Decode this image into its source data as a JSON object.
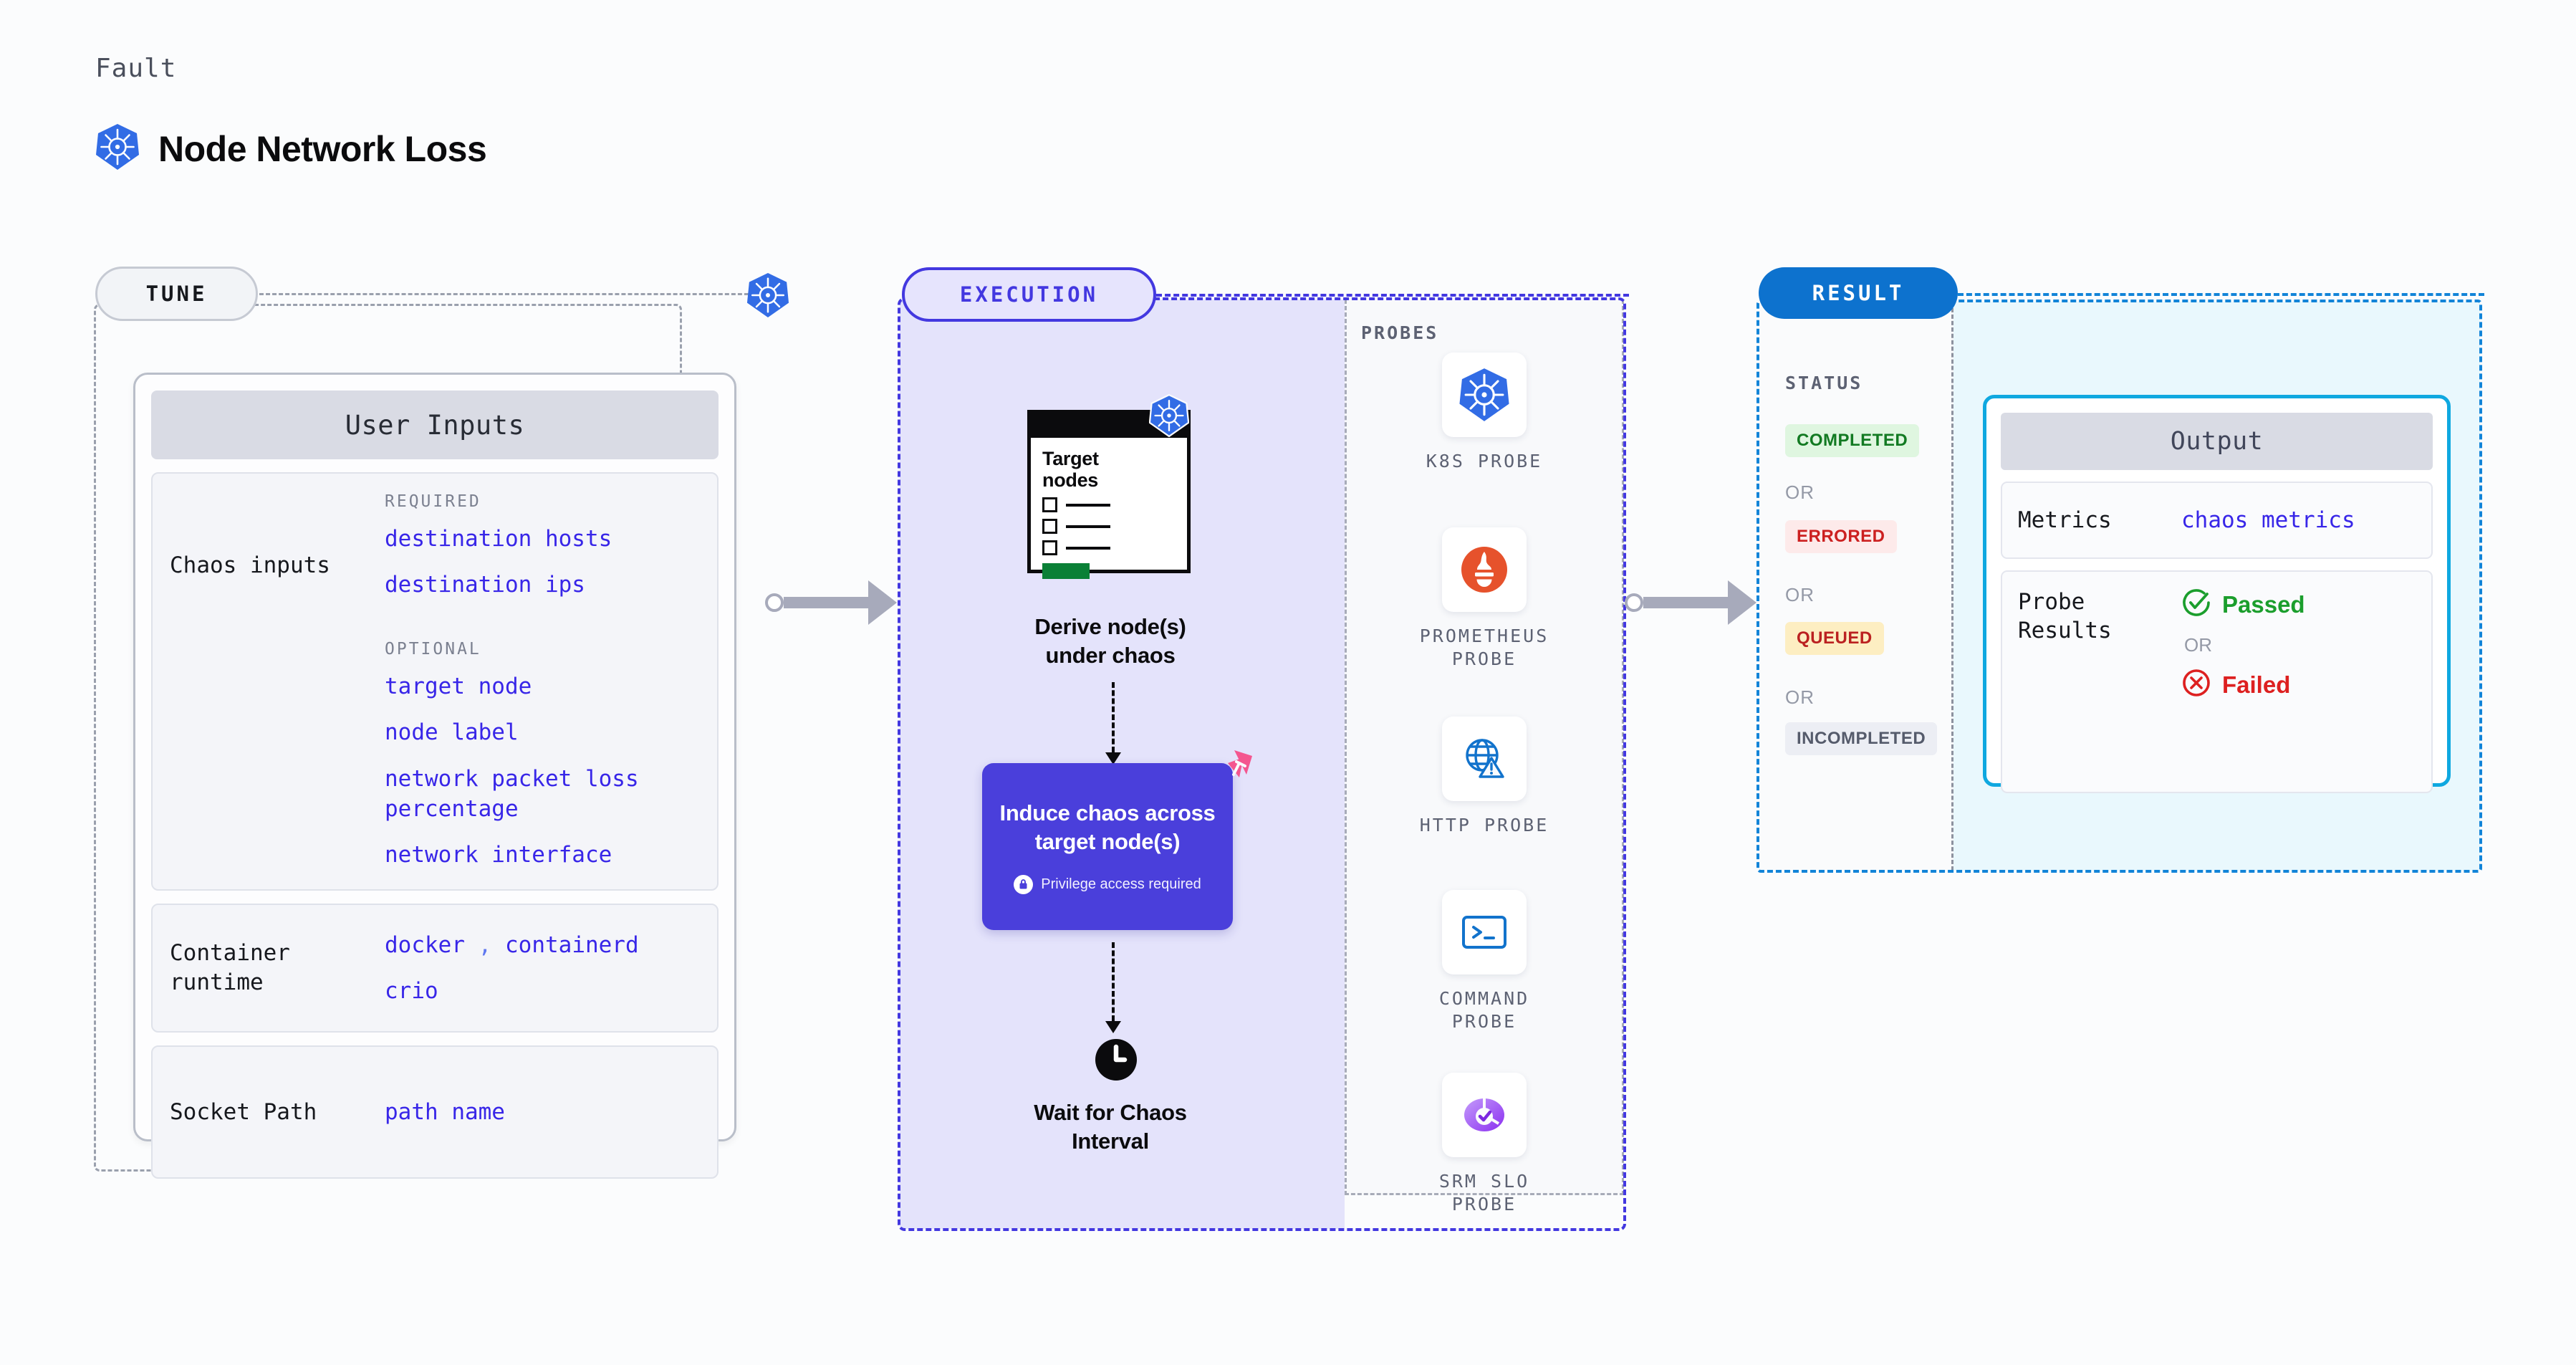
{
  "header": {
    "eyebrow": "Fault",
    "title": "Node Network Loss",
    "logo_icon": "kubernetes-icon"
  },
  "tune": {
    "tab_label": "TUNE",
    "badge_icon": "kubernetes-icon",
    "card": {
      "title": "User Inputs",
      "sections": [
        {
          "key": "Chaos inputs",
          "groups": [
            {
              "label": "REQUIRED",
              "values": [
                "destination hosts",
                "destination ips"
              ]
            },
            {
              "label": "OPTIONAL",
              "values": [
                "target node",
                "node label",
                "network packet loss percentage",
                "network interface"
              ]
            }
          ]
        },
        {
          "key": "Container runtime",
          "values_line1": "docker",
          "values_sep": ",",
          "values_line1b": "containerd",
          "values_line2": "crio"
        },
        {
          "key": "Socket Path",
          "value": "path name"
        }
      ]
    }
  },
  "execution": {
    "tab_label": "EXECUTION",
    "node_window": {
      "title_line1": "Target",
      "title_line2": "nodes",
      "badge_icon": "kubernetes-icon"
    },
    "step1_caption_l1": "Derive node(s)",
    "step1_caption_l2": "under chaos",
    "chaos_box": {
      "title_l1": "Induce chaos across",
      "title_l2": "target node(s)",
      "privilege_note": "Privilege access required",
      "lock_icon": "lock-icon",
      "corner_icon": "harness-logo-icon",
      "color": "#4a3fdb"
    },
    "step3_icon": "clock-icon",
    "step3_caption_l1": "Wait for Chaos",
    "step3_caption_l2": "Interval",
    "probes_label": "PROBES",
    "probes": [
      {
        "name_l1": "K8S",
        "name_l2": "PROBE",
        "icon": "kubernetes-icon"
      },
      {
        "name_l1": "PROMETHEUS",
        "name_l2": "PROBE",
        "icon": "prometheus-icon"
      },
      {
        "name_l1": "HTTP",
        "name_l2": "PROBE",
        "icon": "http-globe-warning-icon"
      },
      {
        "name_l1": "COMMAND",
        "name_l2": "PROBE",
        "icon": "terminal-icon"
      },
      {
        "name_l1": "SRM SLO",
        "name_l2": "PROBE",
        "icon": "srm-slo-donut-icon"
      }
    ]
  },
  "result": {
    "tab_label": "RESULT",
    "status_label": "STATUS",
    "or_label": "OR",
    "statuses": [
      {
        "label": "COMPLETED",
        "bg": "#dff6e0",
        "fg": "#127a22"
      },
      {
        "label": "ERRORED",
        "bg": "#fdeaea",
        "fg": "#cc2020"
      },
      {
        "label": "QUEUED",
        "bg": "#fdeec2",
        "fg": "#bb2121"
      },
      {
        "label": "INCOMPLETED",
        "bg": "#eceef4",
        "fg": "#555b6b"
      }
    ],
    "output": {
      "title": "Output",
      "metrics_key": "Metrics",
      "metrics_value": "chaos metrics",
      "probe_key_l1": "Probe",
      "probe_key_l2": "Results",
      "passed_label": "Passed",
      "passed_icon": "check-circle-icon",
      "failed_label": "Failed",
      "failed_icon": "x-circle-icon",
      "or_label": "OR"
    }
  }
}
